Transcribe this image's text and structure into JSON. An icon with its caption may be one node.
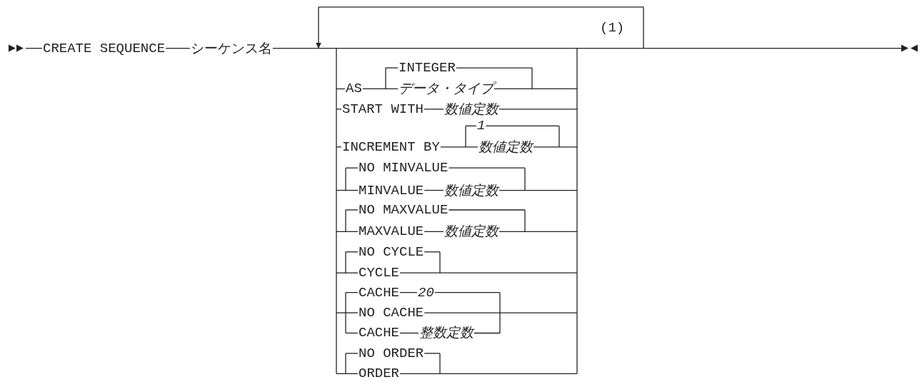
{
  "diagram": {
    "labels": [
      "CREATE SEQUENCE",
      "シーケンス名",
      "(1)",
      "INTEGER",
      "AS",
      "データ・タイプ",
      "START WITH",
      "数値定数",
      "1",
      "INCREMENT BY",
      "数値定数",
      "NO MINVALUE",
      "MINVALUE",
      "数値定数",
      "NO MAXVALUE",
      "MAXVALUE",
      "数値定数",
      "NO CYCLE",
      "CYCLE",
      "CACHE",
      "20",
      "NO CACHE",
      "CACHE",
      "整数定数",
      "NO ORDER",
      "ORDER"
    ]
  }
}
